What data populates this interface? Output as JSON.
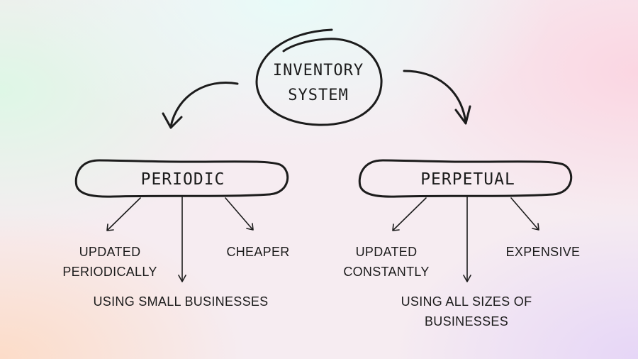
{
  "center": {
    "line1": "INVENTORY",
    "line2": "SYSTEM"
  },
  "branches": [
    {
      "title": "PERIODIC",
      "left_label": [
        "UPDATED",
        "PERIODICALLY"
      ],
      "right_label": "CHEAPER",
      "bottom_label": [
        "USING SMALL BUSINESSES"
      ]
    },
    {
      "title": "PERPETUAL",
      "left_label": [
        "UPDATED",
        "CONSTANTLY"
      ],
      "right_label": "EXPENSIVE",
      "bottom_label": [
        "USING ALL SIZES OF",
        "BUSINESSES"
      ]
    }
  ]
}
